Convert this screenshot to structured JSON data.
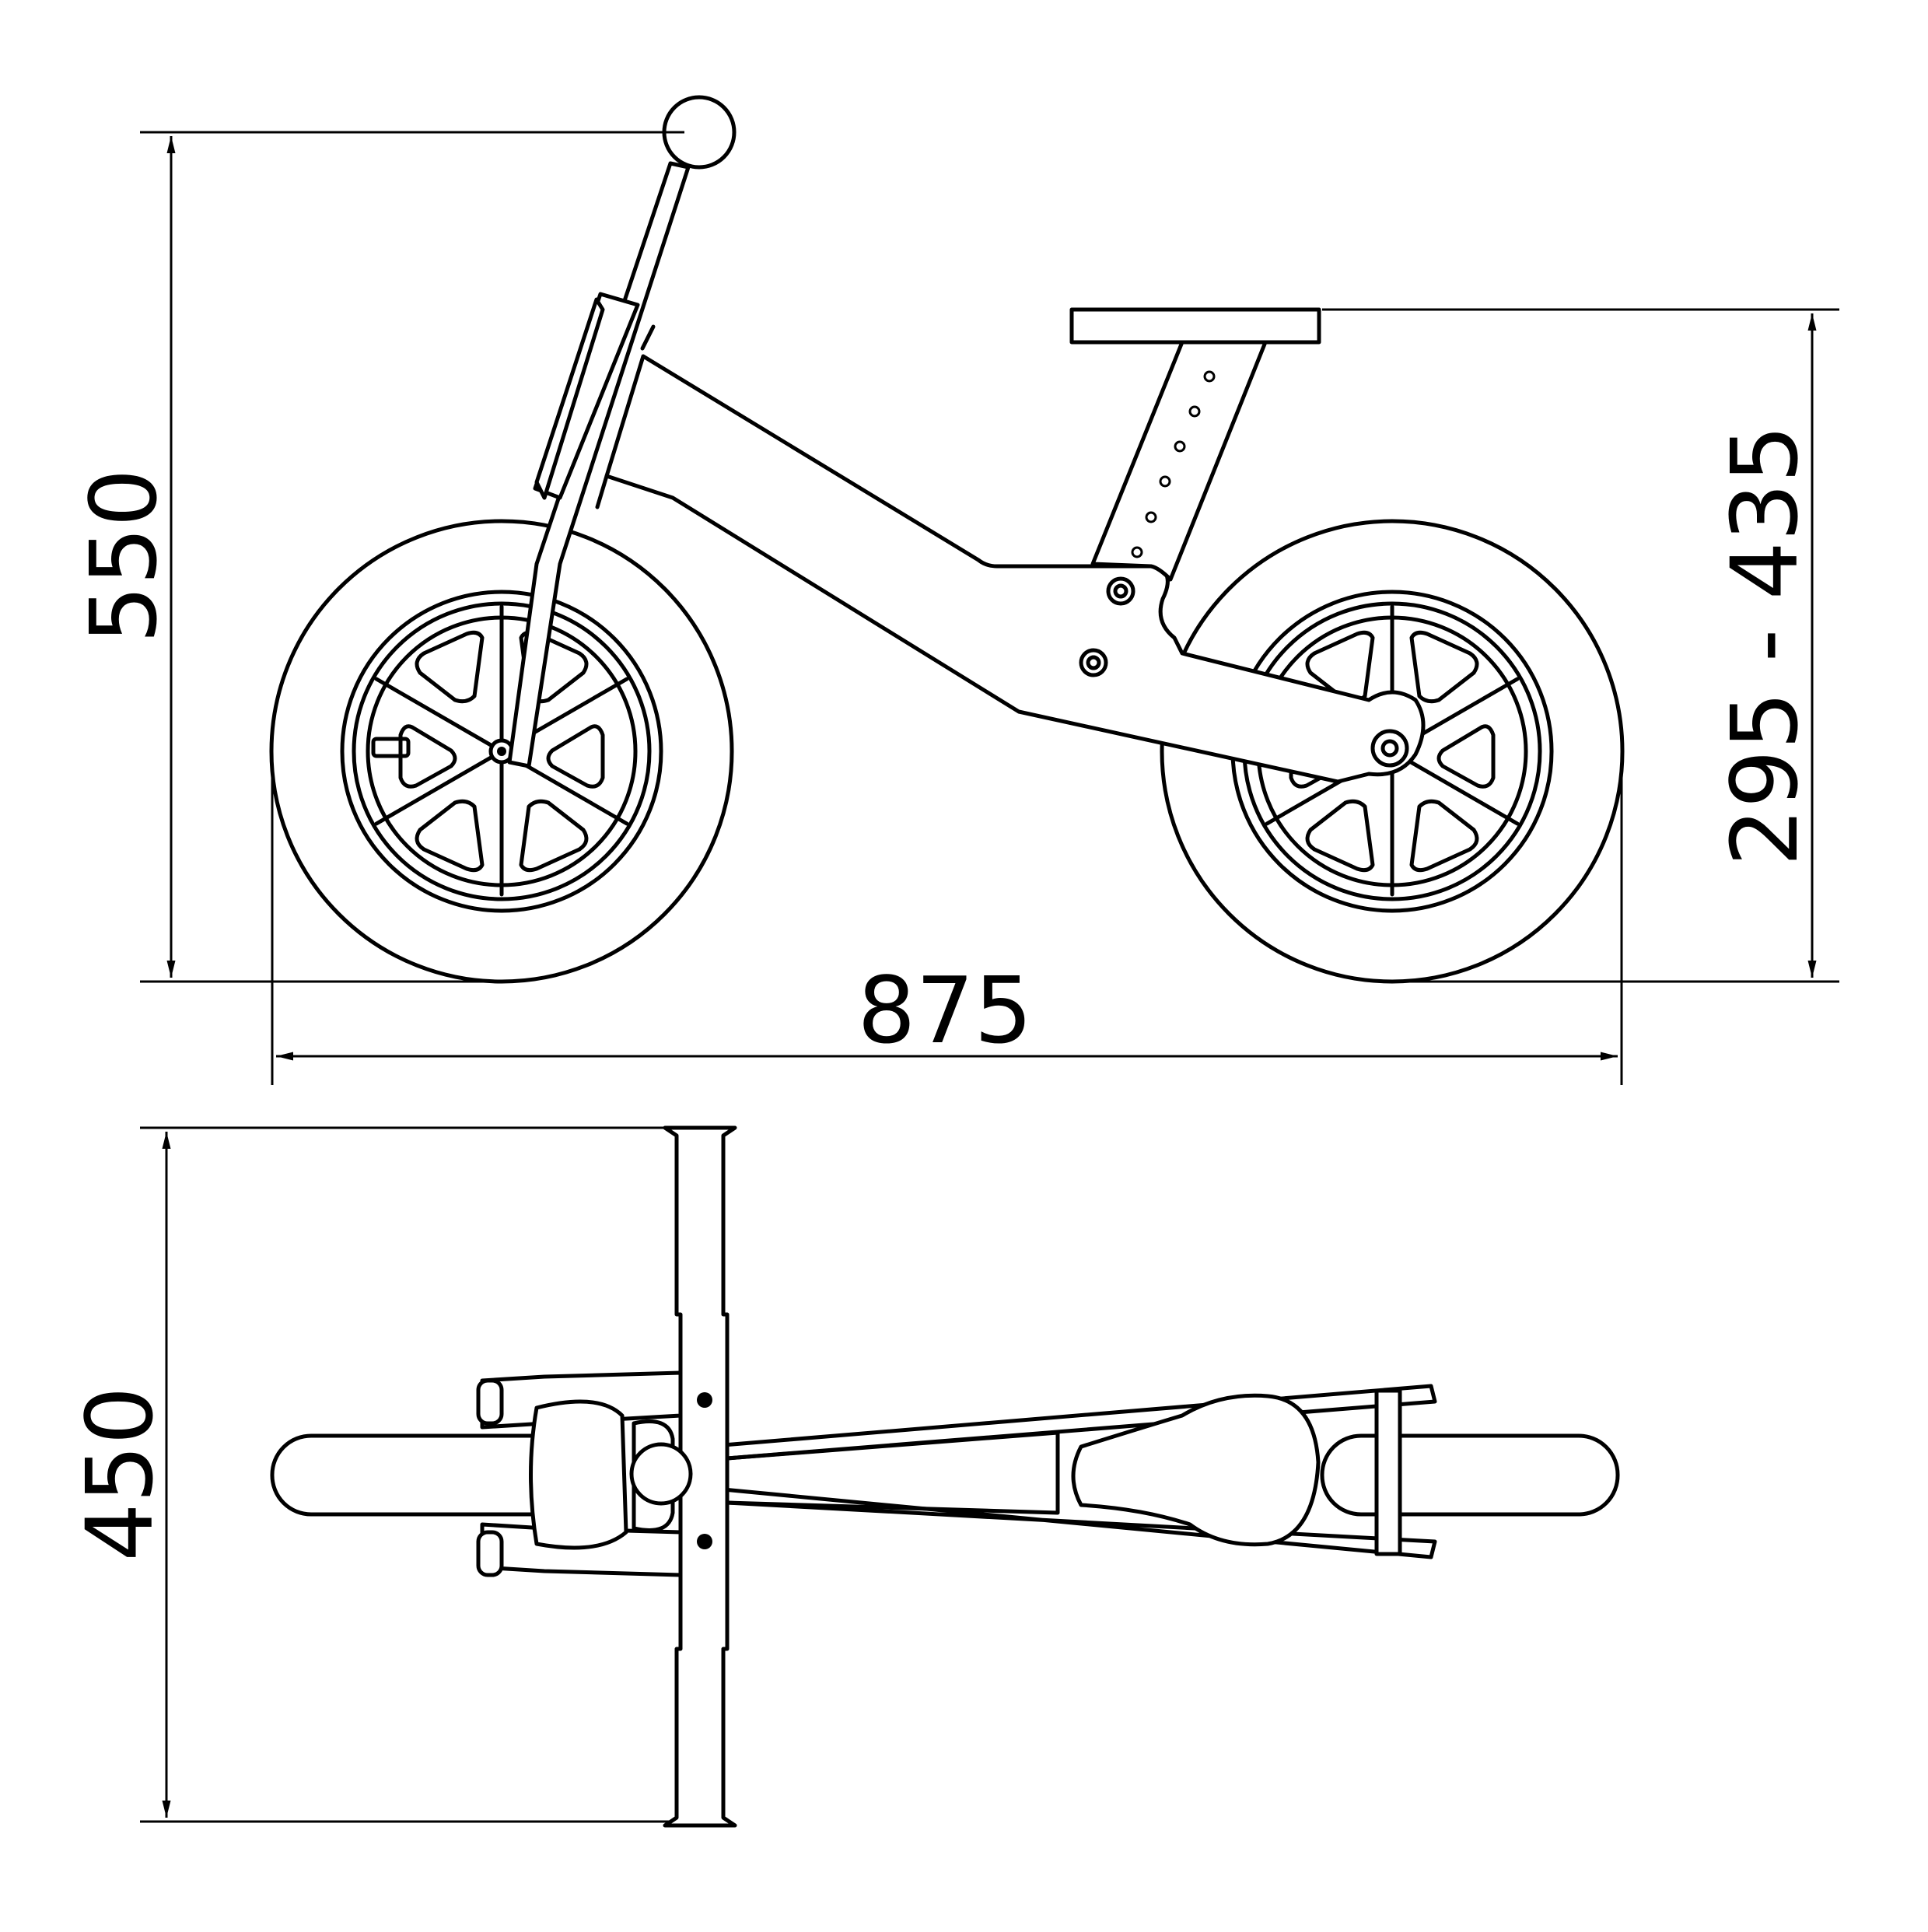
{
  "dimensions": {
    "height_total": "550",
    "seat_height": "295 - 435",
    "length": "875",
    "handlebar_width": "450"
  },
  "colors": {
    "line": "#000000",
    "background": "#ffffff"
  }
}
